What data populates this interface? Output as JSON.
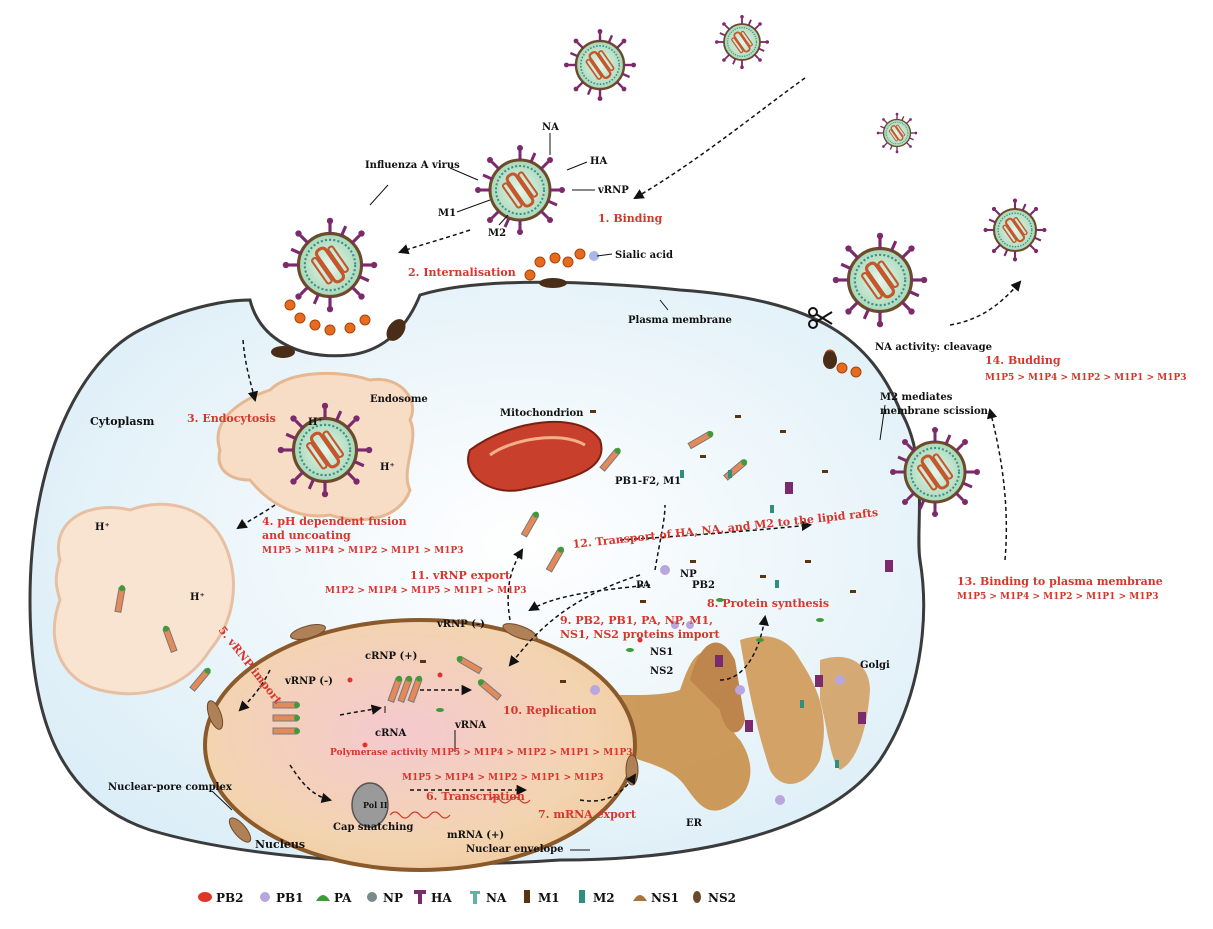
{
  "labels": {
    "influenza": "Influenza A virus",
    "na": "NA",
    "ha": "HA",
    "vrnp": "vRNP",
    "m1": "M1",
    "m2": "M2",
    "sialic": "Sialic acid",
    "plasma_membrane": "Plasma membrane",
    "cytoplasm": "Cytoplasm",
    "endosome": "Endosome",
    "mitochondrion": "Mitochondrion",
    "pb1f2": "PB1-F2, M1",
    "na_activity": "NA activity: cleavage",
    "m2_mediates_1": "M2 mediates",
    "m2_mediates_2": "membrane scission",
    "golgi": "Golgi",
    "er": "ER",
    "nucleus": "Nucleus",
    "nuclear_envelope": "Nuclear envelope",
    "nuclear_pore": "Nuclear-pore complex",
    "cap_snatching": "Cap snatching",
    "pol_ii": "Pol II",
    "mrna": "mRNA (+)",
    "vrnp_minus_a": "vRNP (-)",
    "vrnp_minus_b": "vRNP (-)",
    "crnp_plus": "cRNP (+)",
    "crna": "cRNA",
    "vrna": "vRNA",
    "pa": "PA",
    "np": "NP",
    "pb2": "PB2",
    "ns1": "NS1",
    "ns2": "NS2",
    "h_plus": "H⁺"
  },
  "steps": {
    "s1": "1. Binding",
    "s2": "2. Internalisation",
    "s3": "3. Endocytosis",
    "s4a": "4. pH dependent fusion",
    "s4b": "and uncoating",
    "s4_seq": "M1P5 > M1P4 > M1P2 > M1P1 > M1P3",
    "s5": "5. vRNP import",
    "s6": "6. Transcription",
    "s6_seq": "M1P5 > M1P4 > M1P2 > M1P1 > M1P3",
    "s7": "7. mRNA export",
    "s8": "8. Protein synthesis",
    "s9a": "9. PB2, PB1, PA, NP, M1,",
    "s9b": "NS1, NS2 proteins import",
    "s10": "10. Replication",
    "s10_seq": "Polymerase activity  M1P5 > M1P4 > M1P2 > M1P1 > M1P3",
    "s11": "11. vRNP export",
    "s11_seq": "M1P2 > M1P4 > M1P5 > M1P1 > M1P3",
    "s12": "12. Transport of HA, NA, and M2 to the lipid rafts",
    "s13": "13. Binding to plasma membrane",
    "s13_seq": "M1P5 > M1P4 > M1P2 > M1P1 > M1P3",
    "s14": "14. Budding",
    "s14_seq": "M1P5 > M1P4 > M1P2 > M1P1 > M1P3"
  },
  "legend": [
    {
      "label": "PB2",
      "icon": "pb2-icon",
      "color": "#e0332a"
    },
    {
      "label": "PB1",
      "icon": "pb1-icon",
      "color": "#b8a6dd"
    },
    {
      "label": "PA",
      "icon": "pa-icon",
      "color": "#3f9b3a"
    },
    {
      "label": "NP",
      "icon": "np-icon",
      "color": "#7a8a8a"
    },
    {
      "label": "HA",
      "icon": "ha-icon",
      "color": "#7b2a6b"
    },
    {
      "label": "NA",
      "icon": "na-icon",
      "color": "#5fb5a5"
    },
    {
      "label": "M1",
      "icon": "m1-icon",
      "color": "#5a3410"
    },
    {
      "label": "M2",
      "icon": "m2-icon",
      "color": "#2f8f7f"
    },
    {
      "label": "NS1",
      "icon": "ns1-icon",
      "color": "#a8743a"
    },
    {
      "label": "NS2",
      "icon": "ns2-icon",
      "color": "#6b4a2a"
    }
  ]
}
